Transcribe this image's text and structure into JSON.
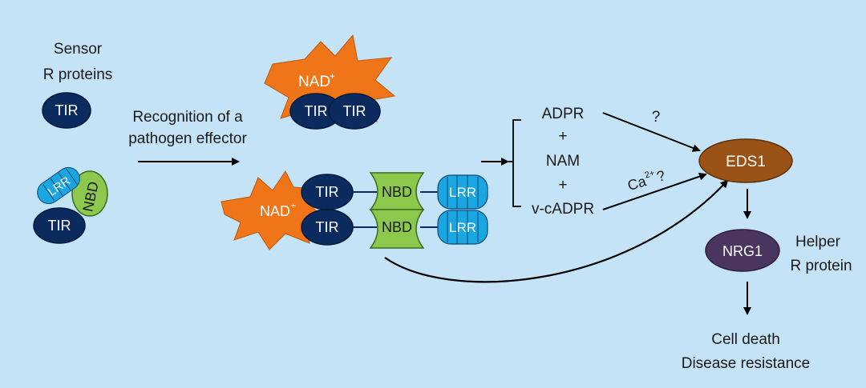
{
  "sensor": {
    "line1": "Sensor",
    "line2": "R proteins"
  },
  "labels": {
    "tir": "TIR",
    "lrr": "LRR",
    "nbd": "NBD",
    "nad": "NAD",
    "nad_sup": "+"
  },
  "recognition": {
    "line1": "Recognition of a",
    "line2": "pathogen effector"
  },
  "products": {
    "adpr": "ADPR",
    "plus": "+",
    "nam": "NAM",
    "vcadpr": "v-cADPR"
  },
  "arrows": {
    "question": "?",
    "ca_base": "Ca",
    "ca_sup": "2+",
    "ca_q": "?"
  },
  "eds1": "EDS1",
  "nrg1": "NRG1",
  "helper": {
    "line1": "Helper",
    "line2": "R protein"
  },
  "outcome": {
    "line1": "Cell death",
    "line2": "Disease resistance"
  },
  "colors": {
    "background": "#c5e3f6",
    "tir": "#0b2a5e",
    "lrr": "#1aa6e0",
    "nbd": "#8cc84b",
    "nad": "#f07418",
    "eds1": "#9b5216",
    "nrg1": "#4a3560"
  }
}
